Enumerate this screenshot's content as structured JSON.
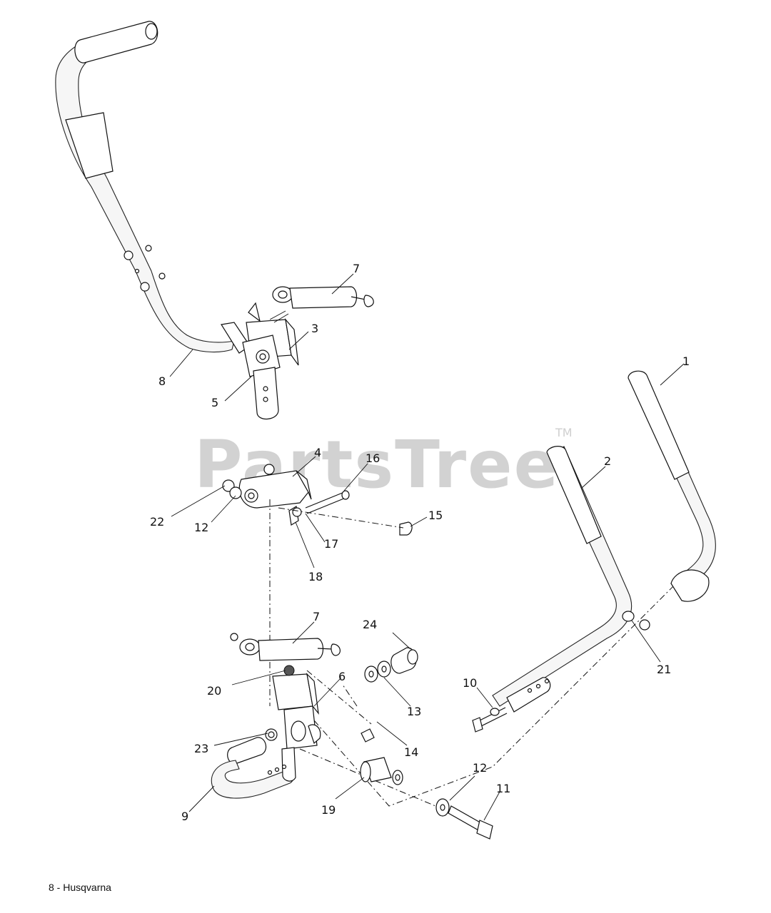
{
  "watermark": {
    "text": "PartsTree",
    "tm": "TM"
  },
  "footer": {
    "text": "8 - Husqvarna"
  },
  "callouts": [
    {
      "id": "label-1",
      "text": "1"
    },
    {
      "id": "label-2",
      "text": "2"
    },
    {
      "id": "label-3",
      "text": "3"
    },
    {
      "id": "label-4",
      "text": "4"
    },
    {
      "id": "label-5",
      "text": "5"
    },
    {
      "id": "label-6",
      "text": "6"
    },
    {
      "id": "label-7a",
      "text": "7"
    },
    {
      "id": "label-7b",
      "text": "7"
    },
    {
      "id": "label-8",
      "text": "8"
    },
    {
      "id": "label-9",
      "text": "9"
    },
    {
      "id": "label-10",
      "text": "10"
    },
    {
      "id": "label-11",
      "text": "11"
    },
    {
      "id": "label-12a",
      "text": "12"
    },
    {
      "id": "label-12b",
      "text": "12"
    },
    {
      "id": "label-13",
      "text": "13"
    },
    {
      "id": "label-14",
      "text": "14"
    },
    {
      "id": "label-15",
      "text": "15"
    },
    {
      "id": "label-16",
      "text": "16"
    },
    {
      "id": "label-17",
      "text": "17"
    },
    {
      "id": "label-18",
      "text": "18"
    },
    {
      "id": "label-19",
      "text": "19"
    },
    {
      "id": "label-20",
      "text": "20"
    },
    {
      "id": "label-21",
      "text": "21"
    },
    {
      "id": "label-22",
      "text": "22"
    },
    {
      "id": "label-23",
      "text": "23"
    },
    {
      "id": "label-24",
      "text": "24"
    }
  ]
}
